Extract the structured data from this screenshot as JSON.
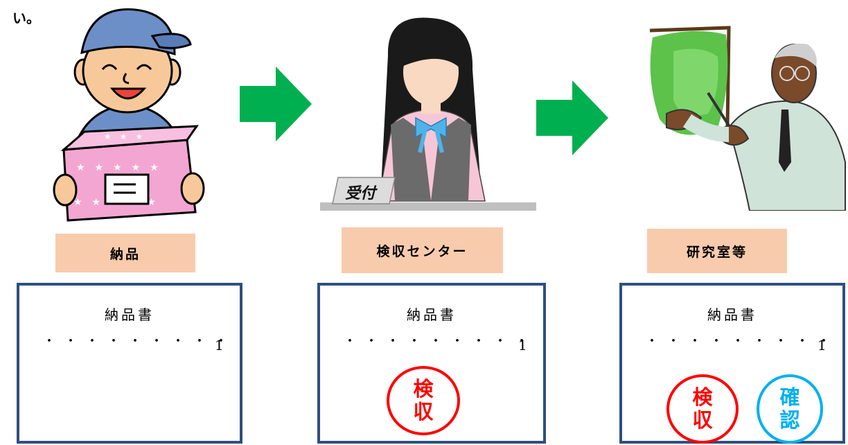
{
  "heading_fragment": "い。",
  "steps": [
    {
      "label": "納品"
    },
    {
      "label": "検収センター"
    },
    {
      "label": "研究室等"
    }
  ],
  "reception_sign": "受付",
  "documents": [
    {
      "title": "納品書",
      "dots": "・・・・・・・・・",
      "number": "1"
    },
    {
      "title": "納品書",
      "dots": "・・・・・・・・・",
      "number": "1"
    },
    {
      "title": "納品書",
      "dots": "・・・・・・・・・",
      "number": "1"
    }
  ],
  "stamps": {
    "kenshu": {
      "line1": "検",
      "line2": "収",
      "color": "#ff0000"
    },
    "kakunin": {
      "line1": "確",
      "line2": "認",
      "color": "#00b0f0"
    }
  },
  "colors": {
    "arrow": "#00b050",
    "label_bg": "#f8cbad",
    "doc_border": "#2f4f7f"
  }
}
